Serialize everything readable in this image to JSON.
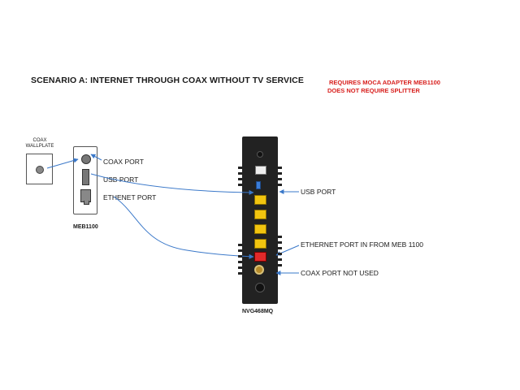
{
  "title": "SCENARIO A: INTERNET THROUGH COAX WITHOUT TV SERVICE",
  "notes": {
    "line1": "REQUIRES MOCA ADAPTER MEB1100",
    "line2": "DOES NOT REQUIRE SPLITTER"
  },
  "wallplate": {
    "label_line1": "COAX",
    "label_line2": "WALLPLATE"
  },
  "adapter": {
    "name": "MEB1100",
    "ports": {
      "coax": "COAX PORT",
      "usb": "USB PORT",
      "ethernet": "ETHENET PORT"
    }
  },
  "router": {
    "name": "NVG468MQ",
    "labels": {
      "usb": "USB PORT",
      "ethernet_in": "ETHERNET PORT IN FROM MEB 1100",
      "coax": "COAX PORT NOT USED"
    }
  },
  "colors": {
    "note": "#d8201e",
    "wire": "#3a78c9",
    "router_body": "#222222",
    "lan_port": "#f1c40f",
    "wan_port": "#e02a2a"
  }
}
